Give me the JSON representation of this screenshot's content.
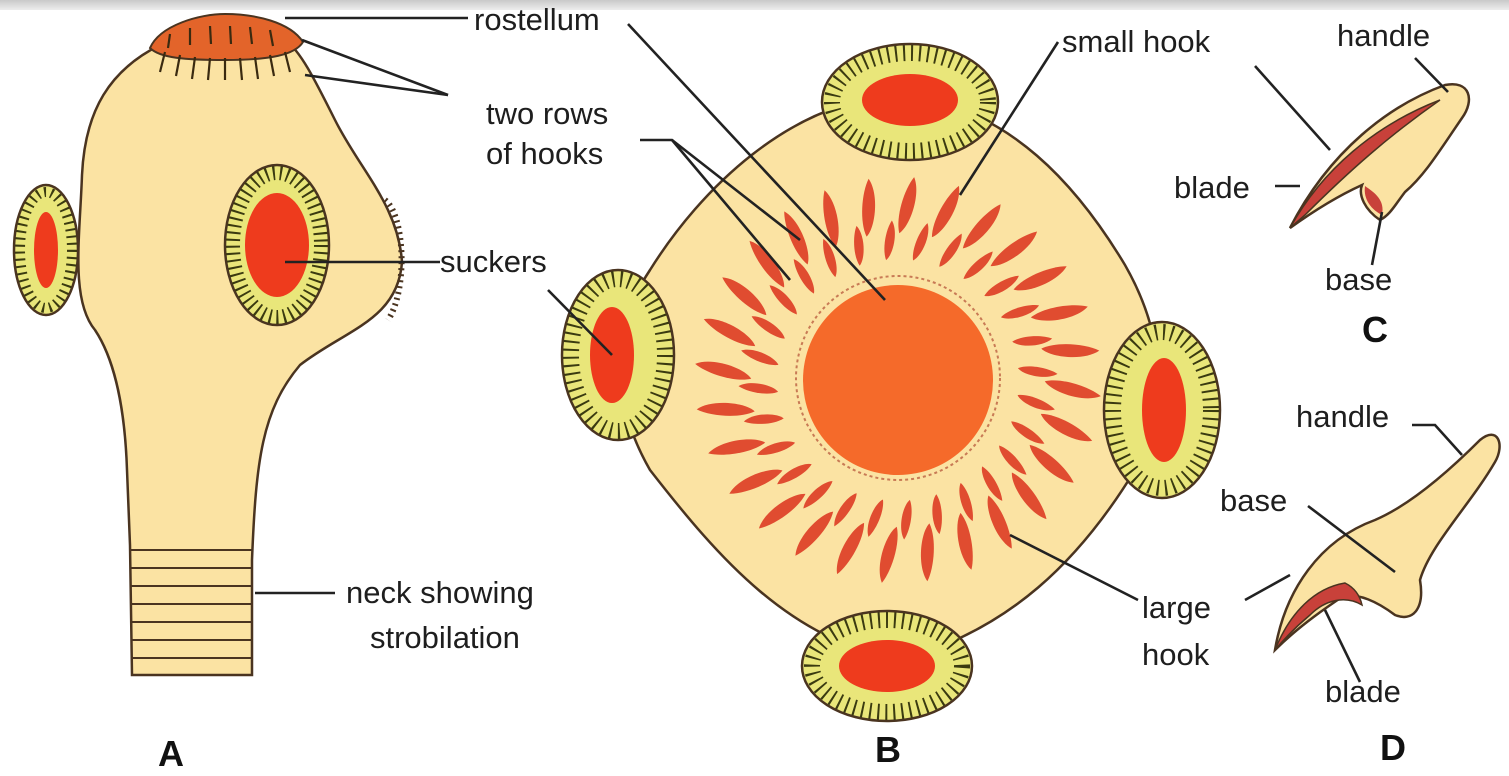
{
  "colors": {
    "body_fill": "#fbe3a3",
    "sucker_rim": "#e9e67a",
    "sucker_center": "#ee3b1d",
    "rostellum": "#f56a2a",
    "hook": "#e04c30",
    "outline": "#4a3420"
  },
  "labels": {
    "rostellum": "rostellum",
    "two_rows_line1": "two rows",
    "two_rows_line2": "of hooks",
    "suckers": "suckers",
    "neck_line1": "neck showing",
    "neck_line2": "strobilation",
    "small_hook": "small hook",
    "large_hook_line1": "large",
    "large_hook_line2": "hook",
    "c_handle": "handle",
    "c_blade": "blade",
    "c_base": "base",
    "d_handle": "handle",
    "d_base": "base",
    "d_blade": "blade"
  },
  "panels": {
    "a": "A",
    "b": "B",
    "c": "C",
    "d": "D"
  }
}
